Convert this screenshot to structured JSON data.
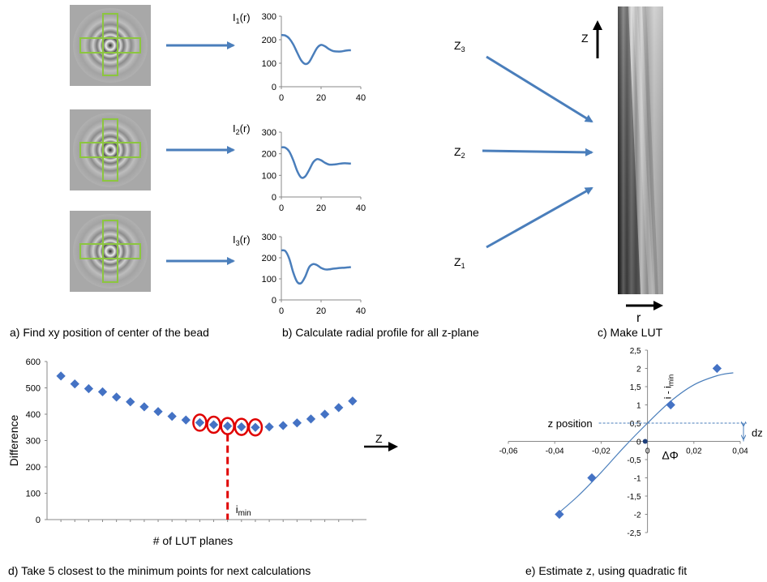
{
  "captions": {
    "a": "a) Find xy position of center of the bead",
    "b": "b) Calculate radial profile for all z-plane",
    "c": "c) Make LUT",
    "d": "d) Take  5 closest to the minimum points for next calculations",
    "e": "e) Estimate z, using quadratic fit"
  },
  "profiles": [
    {
      "label_main": "I",
      "label_sub": "1",
      "label_suffix": "(r)"
    },
    {
      "label_main": "I",
      "label_sub": "2",
      "label_suffix": "(r)"
    },
    {
      "label_main": "I",
      "label_sub": "3",
      "label_suffix": "(r)"
    }
  ],
  "lut": {
    "z_axis_label": "Z",
    "r_axis_label": "r",
    "planes": [
      {
        "main": "Z",
        "sub": "3"
      },
      {
        "main": "Z",
        "sub": "2"
      },
      {
        "main": "Z",
        "sub": "1"
      }
    ]
  },
  "colors": {
    "arrow": "#4a7ebb",
    "curve": "#4a7ebb",
    "marker": "#4472c4",
    "circle": "#e00000",
    "dash": "#e00000",
    "box": "#8cc63f"
  },
  "chart_data": [
    {
      "type": "line",
      "panel": "profile-1",
      "x": [
        0,
        2,
        4,
        6,
        8,
        10,
        12,
        14,
        16,
        18,
        20,
        22,
        24,
        26,
        28,
        30,
        32,
        34,
        35
      ],
      "y": [
        220,
        218,
        205,
        180,
        145,
        112,
        97,
        105,
        135,
        165,
        178,
        172,
        160,
        152,
        150,
        150,
        153,
        155,
        155
      ],
      "xticks": [
        "0",
        "20",
        "40"
      ],
      "yticks": [
        "0",
        "100",
        "200",
        "300"
      ],
      "xlim": [
        0,
        40
      ],
      "ylim": [
        0,
        300
      ]
    },
    {
      "type": "line",
      "panel": "profile-2",
      "x": [
        0,
        2,
        4,
        6,
        8,
        10,
        12,
        14,
        16,
        18,
        20,
        22,
        24,
        26,
        28,
        30,
        32,
        34,
        35
      ],
      "y": [
        230,
        228,
        210,
        170,
        120,
        90,
        95,
        125,
        160,
        175,
        170,
        158,
        150,
        150,
        152,
        155,
        156,
        155,
        155
      ],
      "xticks": [
        "0",
        "20",
        "40"
      ],
      "yticks": [
        "0",
        "100",
        "200",
        "300"
      ],
      "xlim": [
        0,
        40
      ],
      "ylim": [
        0,
        300
      ]
    },
    {
      "type": "line",
      "panel": "profile-3",
      "x": [
        0,
        2,
        4,
        6,
        8,
        10,
        12,
        14,
        16,
        18,
        20,
        22,
        24,
        26,
        28,
        30,
        32,
        34,
        35
      ],
      "y": [
        235,
        232,
        195,
        130,
        85,
        80,
        110,
        155,
        170,
        165,
        152,
        145,
        145,
        148,
        150,
        152,
        153,
        155,
        155
      ],
      "xticks": [
        "0",
        "20",
        "40"
      ],
      "yticks": [
        "0",
        "100",
        "200",
        "300"
      ],
      "xlim": [
        0,
        40
      ],
      "ylim": [
        0,
        300
      ]
    },
    {
      "type": "scatter",
      "panel": "difference",
      "ylabel": "Difference",
      "xlabel": "# of LUT planes",
      "x": [
        1,
        2,
        3,
        4,
        5,
        6,
        7,
        8,
        9,
        10,
        11,
        12,
        13,
        14,
        15,
        16,
        17,
        18,
        19,
        20,
        21,
        22
      ],
      "values": [
        545,
        515,
        497,
        485,
        465,
        447,
        428,
        410,
        392,
        378,
        368,
        360,
        355,
        352,
        350,
        352,
        357,
        367,
        382,
        400,
        425,
        450
      ],
      "circled": [
        11,
        12,
        13,
        14,
        15
      ],
      "imin_x": 13,
      "imin_label_main": "i",
      "imin_label_sub": "min",
      "z_arrow_label": "Z",
      "yticks": [
        "0",
        "100",
        "200",
        "300",
        "400",
        "500",
        "600"
      ],
      "ylim": [
        0,
        600
      ],
      "xlim": [
        0,
        23
      ]
    },
    {
      "type": "scatter",
      "panel": "quadratic-fit",
      "xlabel": "ΔΦ",
      "ylabel_main": "i - i",
      "ylabel_sub": "min",
      "x": [
        -0.038,
        -0.024,
        0.01,
        0.03
      ],
      "y": [
        -2,
        -1,
        1,
        2
      ],
      "origin_point": [
        -0.001,
        0
      ],
      "fit_x": [
        -0.039,
        -0.03,
        -0.02,
        -0.01,
        0,
        0.01,
        0.02,
        0.03,
        0.037
      ],
      "fit_y": [
        -2.0,
        -1.5,
        -0.85,
        -0.15,
        0.5,
        1.1,
        1.55,
        1.8,
        1.88
      ],
      "z_position_label": "z position",
      "z_position_value": 0.5,
      "dz_label": "dz",
      "xticks": [
        "-0,06",
        "-0,04",
        "-0,02",
        "0",
        "0,02",
        "0,04"
      ],
      "yticks": [
        "-2,5",
        "-2",
        "-1,5",
        "-1",
        "-0,5",
        "0",
        "0,5",
        "1",
        "1,5",
        "2",
        "2,5"
      ],
      "xlim": [
        -0.06,
        0.04
      ],
      "ylim": [
        -2.5,
        2.5
      ]
    }
  ]
}
